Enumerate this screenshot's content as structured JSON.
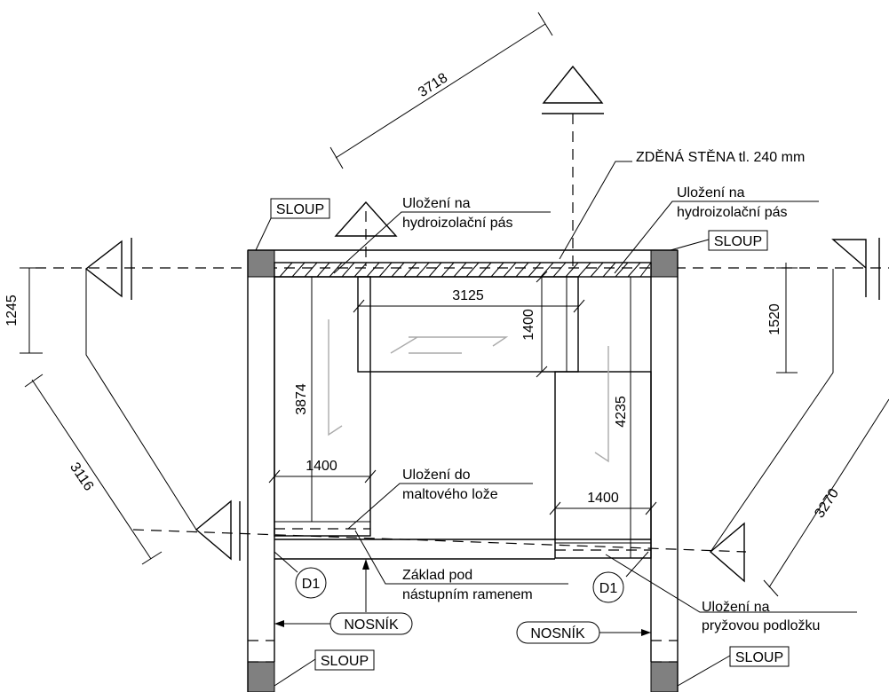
{
  "labels": {
    "sloup": "SLOUP",
    "nosnik": "NOSNÍK",
    "d1": "D1",
    "wall": "ZDĚNÁ STĚNA tl. 240 mm",
    "ulozeni_hydro_1a": "Uložení na",
    "ulozeni_hydro_1b": "hydroizolační pás",
    "ulozeni_hydro_2a": "Uložení na",
    "ulozeni_hydro_2b": "hydroizolační pás",
    "ulozeni_malta_a": "Uložení do",
    "ulozeni_malta_b": "maltového lože",
    "zaklad_a": "Základ pod",
    "zaklad_b": "nástupním ramenem",
    "ulozeni_pryz_a": "Uložení na",
    "ulozeni_pryz_b": "pryžovou podložku"
  },
  "dimensions": {
    "d3718": "3718",
    "d1245": "1245",
    "d3116": "3116",
    "d3125": "3125",
    "d1400_landing": "1400",
    "d3874": "3874",
    "d1400_left": "1400",
    "d4235": "4235",
    "d1400_right": "1400",
    "d1520": "1520",
    "d3270": "3270"
  },
  "colors": {
    "line": "#000000",
    "column_fill": "#808080",
    "arrow_grey": "#aaaaaa"
  }
}
